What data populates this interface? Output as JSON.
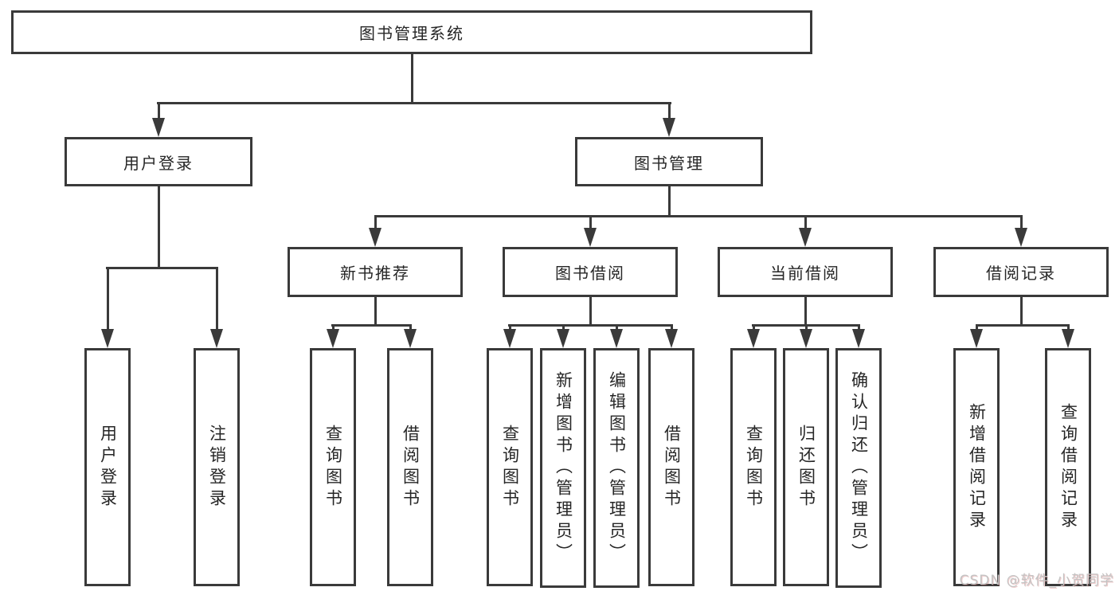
{
  "tree": {
    "root": {
      "label": "图书管理系统"
    },
    "branches": [
      {
        "label": "用户登录",
        "children": [
          {
            "label": "用户登录"
          },
          {
            "label": "注销登录"
          }
        ]
      },
      {
        "label": "图书管理",
        "children": [
          {
            "label": "新书推荐",
            "children": [
              {
                "label": "查询图书"
              },
              {
                "label": "借阅图书"
              }
            ]
          },
          {
            "label": "图书借阅",
            "children": [
              {
                "label": "查询图书"
              },
              {
                "label": "新增图书（管理员）"
              },
              {
                "label": "编辑图书（管理员）"
              },
              {
                "label": "借阅图书"
              }
            ]
          },
          {
            "label": "当前借阅",
            "children": [
              {
                "label": "查询图书"
              },
              {
                "label": "归还图书"
              },
              {
                "label": "确认归还（管理员）"
              }
            ]
          },
          {
            "label": "借阅记录",
            "children": [
              {
                "label": "新增借阅记录"
              },
              {
                "label": "查询借阅记录"
              }
            ]
          }
        ]
      }
    ]
  },
  "watermark": {
    "text": "CSDN @软件_小贺同学"
  },
  "colors": {
    "line": "#3a3a3a",
    "text": "#262626",
    "background": "#ffffff",
    "watermark": "#c3c3c3"
  }
}
